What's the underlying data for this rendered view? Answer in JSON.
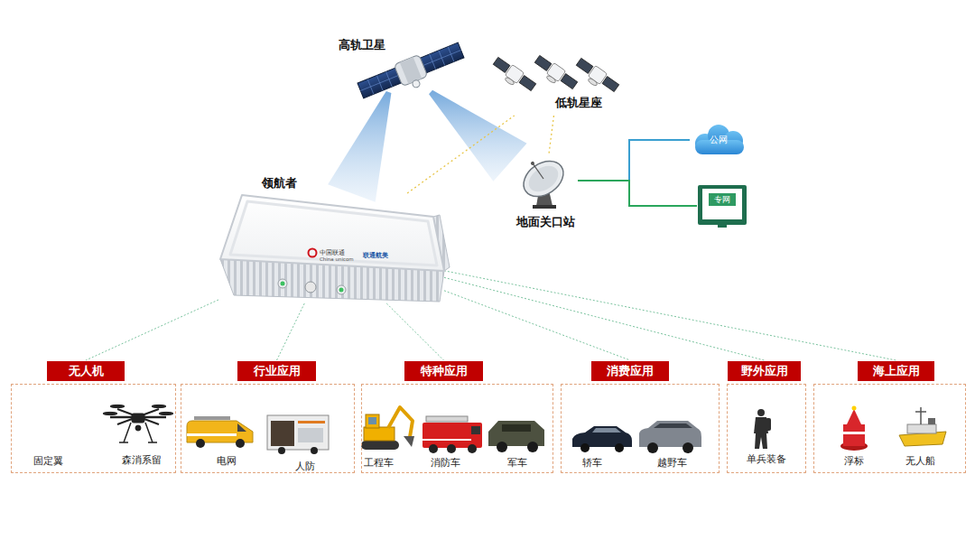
{
  "diagram": {
    "nodes": [
      {
        "text": [
          "高轨卫星"
        ]
      },
      {
        "text": [
          "低轨星座"
        ]
      },
      {
        "text": [
          "领航者",
          "中国联通",
          "China unicom",
          "联通航美"
        ]
      },
      {
        "text": [
          "地面关口站"
        ]
      },
      {
        "text": [
          "公网"
        ]
      },
      {
        "text": [
          "专网"
        ]
      },
      {
        "text": [
          "无人机",
          "固定翼",
          "森消系留"
        ]
      },
      {
        "text": [
          "行业应用",
          "电网",
          "人防"
        ]
      },
      {
        "text": [
          "特种应用",
          "工程车",
          "消防车",
          "军车"
        ]
      },
      {
        "text": [
          "消费应用",
          "轿车",
          "越野车"
        ]
      },
      {
        "text": [
          "野外应用",
          "单兵装备"
        ]
      },
      {
        "text": [
          "海上应用",
          "浮标",
          "无人船"
        ]
      }
    ],
    "edges": [
      {
        "from": 0,
        "to": 2,
        "arrow": "none"
      },
      {
        "from": 0,
        "to": 3,
        "arrow": "none"
      },
      {
        "from": 2,
        "to": 1,
        "arrow": "none"
      },
      {
        "from": 1,
        "to": 3,
        "arrow": "none"
      },
      {
        "from": 3,
        "to": 4,
        "arrow": "none"
      },
      {
        "from": 3,
        "to": 5,
        "arrow": "none"
      },
      {
        "from": 2,
        "to": 6,
        "arrow": "none"
      },
      {
        "from": 2,
        "to": 7,
        "arrow": "none"
      },
      {
        "from": 2,
        "to": 8,
        "arrow": "none"
      },
      {
        "from": 2,
        "to": 9,
        "arrow": "none"
      },
      {
        "from": 2,
        "to": 10,
        "arrow": "none"
      },
      {
        "from": 2,
        "to": 11,
        "arrow": "none"
      }
    ]
  }
}
